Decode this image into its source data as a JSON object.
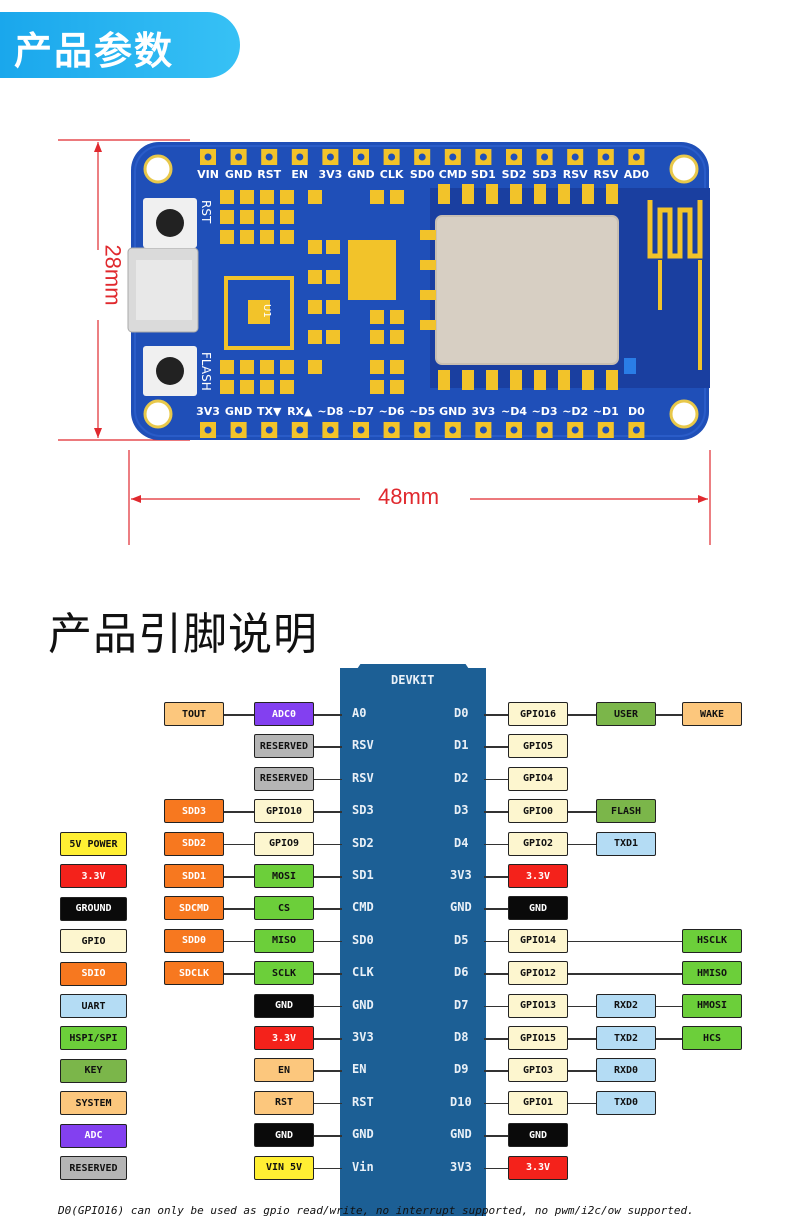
{
  "header": {
    "title": "产品参数"
  },
  "section2": {
    "title": "产品引脚说明"
  },
  "dimensions": {
    "width": "48mm",
    "height": "28mm"
  },
  "board_silk": {
    "top_pins": [
      "VIN",
      "GND",
      "RST",
      "EN",
      "3V3",
      "GND",
      "CLK",
      "SD0",
      "CMD",
      "SD1",
      "SD2",
      "SD3",
      "RSV",
      "RSV",
      "AD0"
    ],
    "bottom_pins": [
      "3V3",
      "GND",
      "TX▼",
      "RX▲",
      "~D8",
      "~D7",
      "~D6",
      "~D5",
      "GND",
      "3V3",
      "~D4",
      "~D3",
      "~D2",
      "~D1",
      "D0"
    ],
    "rst_label": "RST",
    "flash_label": "FLASH",
    "u1_label": "U1"
  },
  "pinout": {
    "board_title": "DEVKIT",
    "legend": [
      {
        "label": "5V POWER",
        "color": "#ffef33",
        "text": "dark"
      },
      {
        "label": "3.3V",
        "color": "#f4221b",
        "text": "light"
      },
      {
        "label": "GROUND",
        "color": "#0a0a0a",
        "text": "light"
      },
      {
        "label": "GPIO",
        "color": "#fdf6cf",
        "text": "dark"
      },
      {
        "label": "SDIO",
        "color": "#f7781f",
        "text": "light"
      },
      {
        "label": "UART",
        "color": "#b4dcf4",
        "text": "dark"
      },
      {
        "label": "HSPI/SPI",
        "color": "#6ccf3a",
        "text": "dark"
      },
      {
        "label": "KEY",
        "color": "#7bb64a",
        "text": "dark"
      },
      {
        "label": "SYSTEM",
        "color": "#fcc77d",
        "text": "dark"
      },
      {
        "label": "ADC",
        "color": "#8340f0",
        "text": "light"
      },
      {
        "label": "RESERVED",
        "color": "#b5b5b5",
        "text": "dark"
      }
    ],
    "left": [
      {
        "pin": "A0",
        "cols": [
          {
            "c": 2,
            "label": "ADC0",
            "type": "ADC"
          },
          {
            "c": 0,
            "label": "TOUT",
            "type": "SYSTEM"
          }
        ]
      },
      {
        "pin": "RSV",
        "cols": [
          {
            "c": 2,
            "label": "RESERVED",
            "type": "RESERVED"
          }
        ]
      },
      {
        "pin": "RSV",
        "cols": [
          {
            "c": 2,
            "label": "RESERVED",
            "type": "RESERVED"
          }
        ]
      },
      {
        "pin": "SD3",
        "cols": [
          {
            "c": 2,
            "label": "GPIO10",
            "type": "GPIO"
          },
          {
            "c": 0,
            "label": "SDD3",
            "type": "SDIO"
          }
        ]
      },
      {
        "pin": "SD2",
        "cols": [
          {
            "c": 2,
            "label": "GPIO9",
            "type": "GPIO"
          },
          {
            "c": 0,
            "label": "SDD2",
            "type": "SDIO"
          }
        ]
      },
      {
        "pin": "SD1",
        "cols": [
          {
            "c": 2,
            "label": "MOSI",
            "type": "HSPI/SPI"
          },
          {
            "c": 0,
            "label": "SDD1",
            "type": "SDIO"
          }
        ]
      },
      {
        "pin": "CMD",
        "cols": [
          {
            "c": 2,
            "label": "CS",
            "type": "HSPI/SPI"
          },
          {
            "c": 0,
            "label": "SDCMD",
            "type": "SDIO"
          }
        ]
      },
      {
        "pin": "SD0",
        "cols": [
          {
            "c": 2,
            "label": "MISO",
            "type": "HSPI/SPI"
          },
          {
            "c": 0,
            "label": "SDD0",
            "type": "SDIO"
          }
        ]
      },
      {
        "pin": "CLK",
        "cols": [
          {
            "c": 2,
            "label": "SCLK",
            "type": "HSPI/SPI"
          },
          {
            "c": 0,
            "label": "SDCLK",
            "type": "SDIO"
          }
        ]
      },
      {
        "pin": "GND",
        "cols": [
          {
            "c": 2,
            "label": "GND",
            "type": "GROUND"
          }
        ]
      },
      {
        "pin": "3V3",
        "cols": [
          {
            "c": 2,
            "label": "3.3V",
            "type": "3.3V"
          }
        ]
      },
      {
        "pin": "EN",
        "cols": [
          {
            "c": 2,
            "label": "EN",
            "type": "SYSTEM"
          }
        ]
      },
      {
        "pin": "RST",
        "cols": [
          {
            "c": 2,
            "label": "RST",
            "type": "SYSTEM"
          }
        ]
      },
      {
        "pin": "GND",
        "cols": [
          {
            "c": 2,
            "label": "GND",
            "type": "GROUND"
          }
        ]
      },
      {
        "pin": "Vin",
        "cols": [
          {
            "c": 2,
            "label": "VIN 5V",
            "type": "5V POWER"
          }
        ]
      }
    ],
    "right": [
      {
        "pin": "D0",
        "cols": [
          {
            "c": 0,
            "label": "GPIO16",
            "type": "GPIO"
          },
          {
            "c": 1,
            "label": "USER",
            "type": "KEY"
          },
          {
            "c": 2,
            "label": "WAKE",
            "type": "SYSTEM"
          }
        ]
      },
      {
        "pin": "D1",
        "cols": [
          {
            "c": 0,
            "label": "GPIO5",
            "type": "GPIO"
          }
        ]
      },
      {
        "pin": "D2",
        "cols": [
          {
            "c": 0,
            "label": "GPIO4",
            "type": "GPIO"
          }
        ]
      },
      {
        "pin": "D3",
        "cols": [
          {
            "c": 0,
            "label": "GPIO0",
            "type": "GPIO"
          },
          {
            "c": 1,
            "label": "FLASH",
            "type": "KEY"
          }
        ]
      },
      {
        "pin": "D4",
        "cols": [
          {
            "c": 0,
            "label": "GPIO2",
            "type": "GPIO"
          },
          {
            "c": 1,
            "label": "TXD1",
            "type": "UART"
          }
        ]
      },
      {
        "pin": "3V3",
        "cols": [
          {
            "c": 0,
            "label": "3.3V",
            "type": "3.3V"
          }
        ]
      },
      {
        "pin": "GND",
        "cols": [
          {
            "c": 0,
            "label": "GND",
            "type": "GROUND"
          }
        ]
      },
      {
        "pin": "D5",
        "cols": [
          {
            "c": 0,
            "label": "GPIO14",
            "type": "GPIO"
          },
          {
            "c": 2,
            "label": "HSCLK",
            "type": "HSPI/SPI"
          }
        ]
      },
      {
        "pin": "D6",
        "cols": [
          {
            "c": 0,
            "label": "GPIO12",
            "type": "GPIO"
          },
          {
            "c": 2,
            "label": "HMISO",
            "type": "HSPI/SPI"
          }
        ]
      },
      {
        "pin": "D7",
        "cols": [
          {
            "c": 0,
            "label": "GPIO13",
            "type": "GPIO"
          },
          {
            "c": 1,
            "label": "RXD2",
            "type": "UART"
          },
          {
            "c": 2,
            "label": "HMOSI",
            "type": "HSPI/SPI"
          }
        ]
      },
      {
        "pin": "D8",
        "cols": [
          {
            "c": 0,
            "label": "GPIO15",
            "type": "GPIO"
          },
          {
            "c": 1,
            "label": "TXD2",
            "type": "UART"
          },
          {
            "c": 2,
            "label": "HCS",
            "type": "HSPI/SPI"
          }
        ]
      },
      {
        "pin": "D9",
        "cols": [
          {
            "c": 0,
            "label": "GPIO3",
            "type": "GPIO"
          },
          {
            "c": 1,
            "label": "RXD0",
            "type": "UART"
          }
        ]
      },
      {
        "pin": "D10",
        "cols": [
          {
            "c": 0,
            "label": "GPIO1",
            "type": "GPIO"
          },
          {
            "c": 1,
            "label": "TXD0",
            "type": "UART"
          }
        ]
      },
      {
        "pin": "GND",
        "cols": [
          {
            "c": 0,
            "label": "GND",
            "type": "GROUND"
          }
        ]
      },
      {
        "pin": "3V3",
        "cols": [
          {
            "c": 0,
            "label": "3.3V",
            "type": "3.3V"
          }
        ]
      }
    ],
    "note": "D0(GPIO16) can only be used as gpio read/write, no interrupt supported, no pwm/i2c/ow supported."
  }
}
